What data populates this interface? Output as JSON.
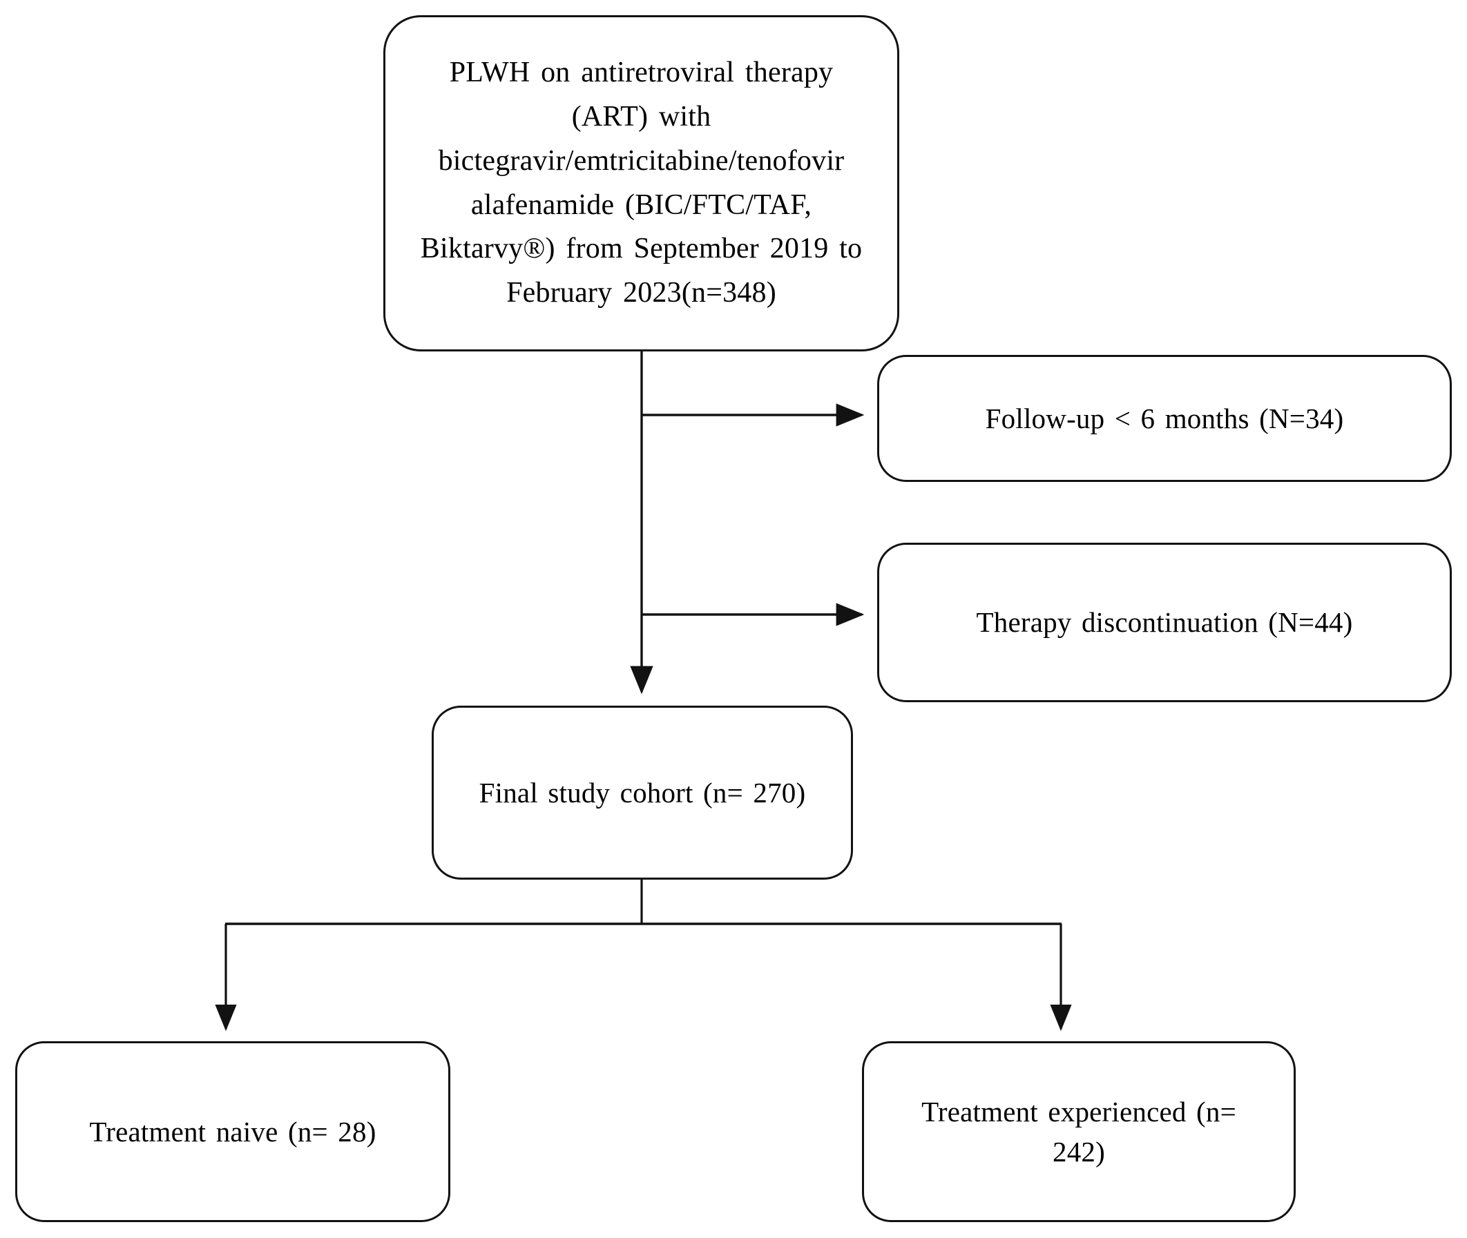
{
  "diagram": {
    "type": "flowchart",
    "orientation": "top-down",
    "title": "Study cohort selection flow diagram",
    "stroke_color": "#121212",
    "background_color": "#ffffff",
    "text_color": "#000000",
    "nodes": [
      {
        "id": "source",
        "role": "source-population",
        "text": "PLWH on antiretroviral therapy (ART) with bictegravir/emtricitabine/tenofovir alafenamide (BIC/FTC/TAF, Biktarvy®) from September 2019 to February 2023(n=348)",
        "count_label": "n=348",
        "count": 348
      },
      {
        "id": "followup",
        "role": "exclusion",
        "text": "Follow-up  < 6 months  (N=34)",
        "count_label": "N=34",
        "count": 34
      },
      {
        "id": "discontinuation",
        "role": "exclusion",
        "text": "Therapy discontinuation  (N=44)",
        "count_label": "N=44",
        "count": 44
      },
      {
        "id": "cohort",
        "role": "final-cohort",
        "text": "Final  study  cohort (n= 270)",
        "count_label": "n= 270",
        "count": 270
      },
      {
        "id": "naive",
        "role": "subgroup",
        "text": "Treatment  naive (n= 28)",
        "count_label": "n= 28",
        "count": 28
      },
      {
        "id": "experienced",
        "role": "subgroup",
        "text": "Treatment  experienced (n= 242)",
        "count_label": "n= 242",
        "count": 242
      }
    ],
    "edges": [
      {
        "id": "source-to-followup",
        "from": "source",
        "to": "followup",
        "kind": "exclusion-branch",
        "arrow": "right"
      },
      {
        "id": "source-to-discontinuation",
        "from": "source",
        "to": "discontinuation",
        "kind": "exclusion-branch",
        "arrow": "right"
      },
      {
        "id": "source-to-cohort",
        "from": "source",
        "to": "cohort",
        "kind": "main-flow",
        "arrow": "down"
      },
      {
        "id": "cohort-to-naive",
        "from": "cohort",
        "to": "naive",
        "kind": "split",
        "arrow": "down"
      },
      {
        "id": "cohort-to-experienced",
        "from": "cohort",
        "to": "experienced",
        "kind": "split",
        "arrow": "down"
      }
    ]
  }
}
